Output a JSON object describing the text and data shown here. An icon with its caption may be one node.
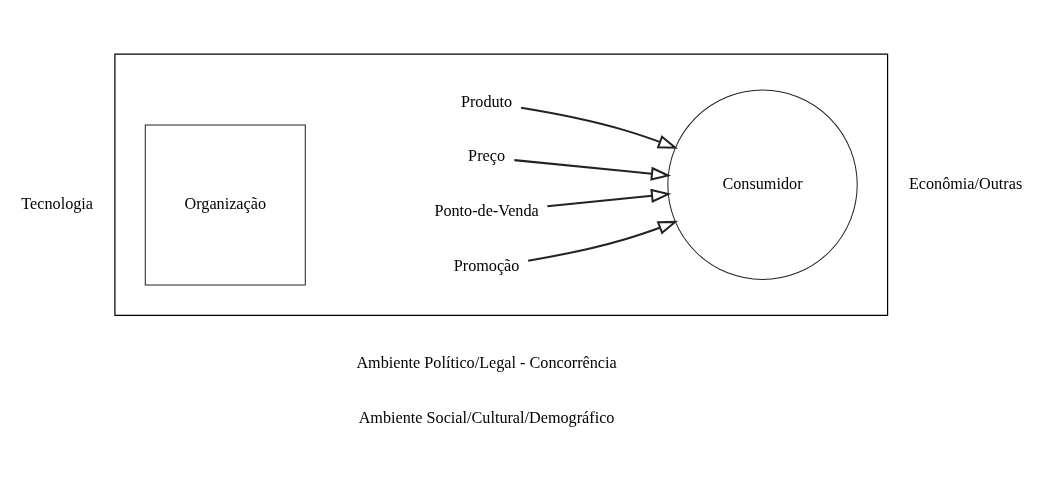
{
  "diagram": {
    "nodes": [
      {
        "text": [],
        "shape": "box"
      },
      {
        "text": [
          "Organização"
        ],
        "in": 0
      },
      {
        "text": [
          "Produto"
        ],
        "in": 0
      },
      {
        "text": [
          "Preço"
        ],
        "in": 0
      },
      {
        "text": [
          "Ponto-de-Venda"
        ],
        "in": 0
      },
      {
        "text": [
          "Promoção"
        ],
        "in": 0
      },
      {
        "text": [
          "Consumidor"
        ],
        "in": 0
      }
    ],
    "edges": [
      {
        "from": 2,
        "to": 6,
        "arrow": "to"
      },
      {
        "from": 3,
        "to": 6,
        "arrow": "to"
      },
      {
        "from": 4,
        "to": 6,
        "arrow": "to"
      },
      {
        "from": 5,
        "to": 6,
        "arrow": "to"
      }
    ],
    "labels": [
      "Ambiente Político/Legal - Concorrência",
      "Tecnologia",
      "Econômia/Outras",
      "Ambiente Social/Cultural/Demográfico"
    ]
  }
}
